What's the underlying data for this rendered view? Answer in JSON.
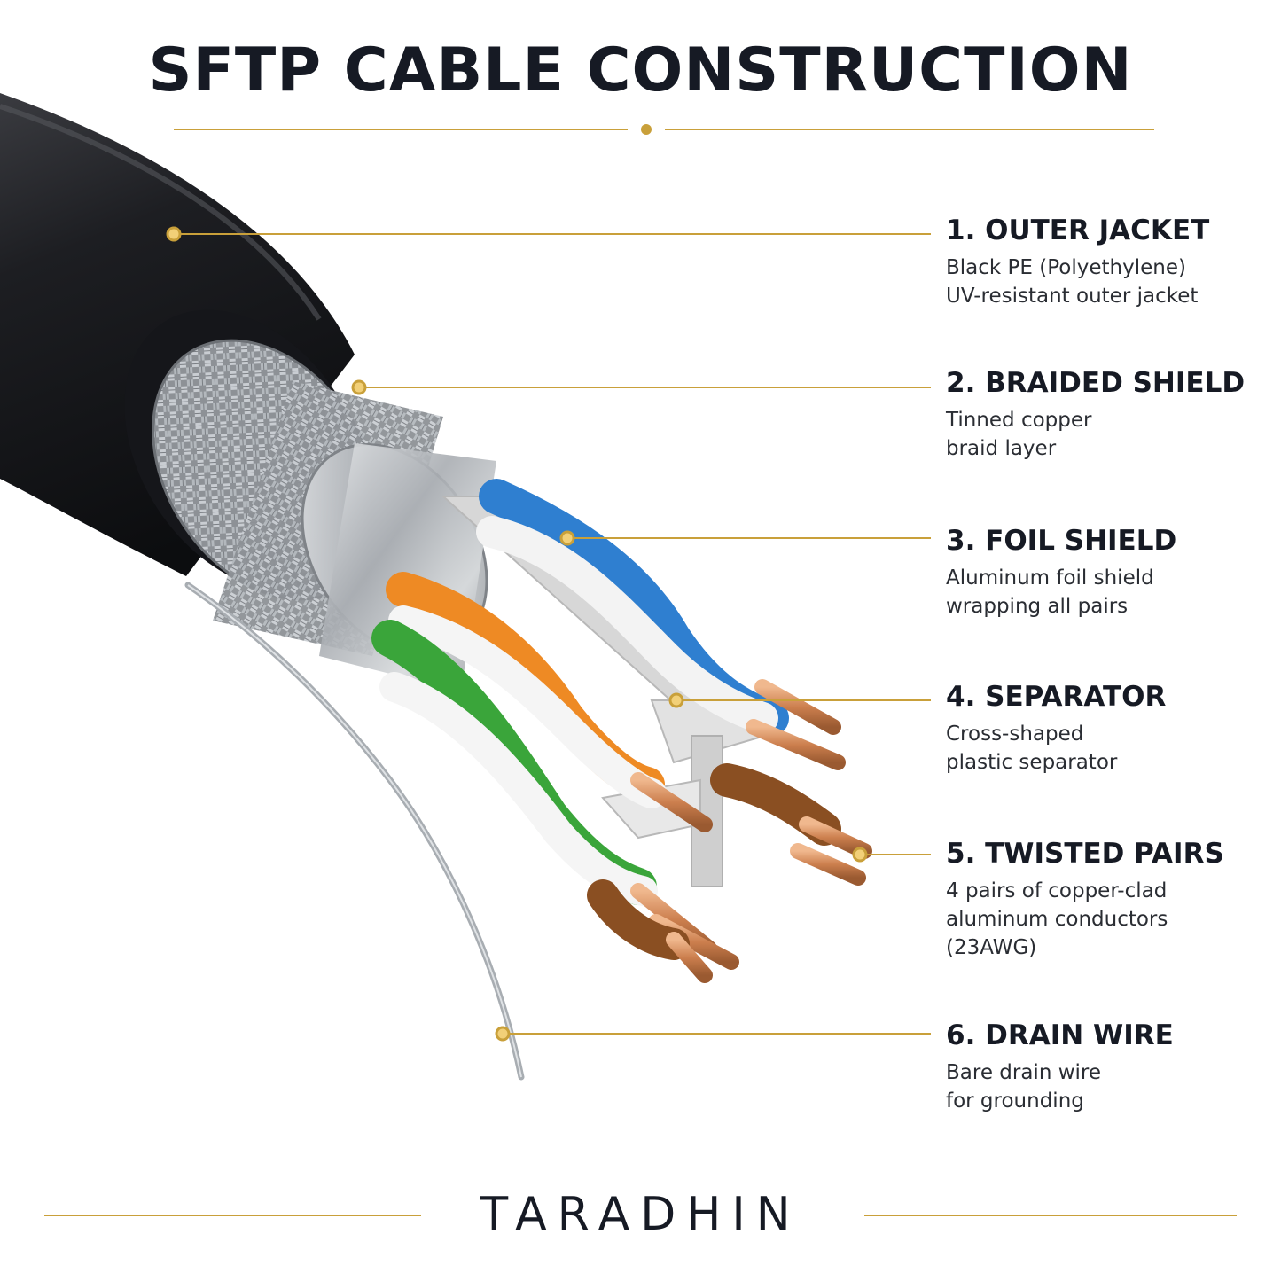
{
  "title": "SFTP CABLE CONSTRUCTION",
  "brand": "TARADHIN",
  "colors": {
    "accent": "#c9a03a",
    "jacket": "#1b1c1f",
    "copper": "#d08a5a",
    "pair_blue": "#2f7fd0",
    "pair_orange": "#ee8a24",
    "pair_green": "#3aa53a",
    "pair_brown": "#8a4f22"
  },
  "callouts": [
    {
      "heading": "1. OUTER JACKET",
      "lines": [
        "Black PE (Polyethylene)",
        "UV-resistant outer jacket"
      ]
    },
    {
      "heading": "2. BRAIDED SHIELD",
      "lines": [
        "Tinned copper",
        "braid layer"
      ]
    },
    {
      "heading": "3. FOIL SHIELD",
      "lines": [
        "Aluminum foil shield",
        "wrapping all pairs"
      ]
    },
    {
      "heading": "4. SEPARATOR",
      "lines": [
        "Cross-shaped",
        "plastic separator"
      ]
    },
    {
      "heading": "5. TWISTED PAIRS",
      "lines": [
        "4 pairs of copper-clad",
        "aluminum conductors",
        "(23AWG)"
      ]
    },
    {
      "heading": "6. DRAIN WIRE",
      "lines": [
        "Bare drain wire",
        "for grounding"
      ]
    }
  ]
}
